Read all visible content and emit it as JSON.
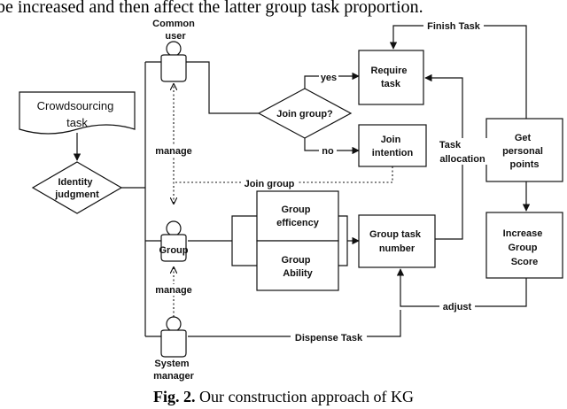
{
  "top_text": "be increased and then affect the latter group task proportion.",
  "nodes": {
    "crowdsourcing_task": [
      "Crowdsourcing",
      "task"
    ],
    "identity_judgment": [
      "Identity",
      "judgment"
    ],
    "common_user": [
      "Common",
      "user"
    ],
    "group": "Group",
    "system_manager": [
      "System",
      "manager"
    ],
    "join_group_decision": "Join group?",
    "require_task": [
      "Require",
      "task"
    ],
    "join_intention": [
      "Join",
      "intention"
    ],
    "group_efficiency": [
      "Group",
      "efficency"
    ],
    "group_ability": [
      "Group",
      "Ability"
    ],
    "group_task_number": [
      "Group task",
      "number"
    ],
    "get_personal_points": [
      "Get",
      "personal",
      "points"
    ],
    "increase_group_score": [
      "Increase",
      "Group",
      "Score"
    ]
  },
  "edges": {
    "yes": "yes",
    "no": "no",
    "finish_task": "Finish Task",
    "task_allocation": [
      "Task",
      "allocation"
    ],
    "manage_top": "manage",
    "manage_bottom": "manage",
    "join_group": "Join group",
    "adjust": "adjust",
    "dispense_task": "Dispense Task"
  },
  "caption": {
    "label": "Fig. 2.",
    "text": " Our construction approach of KG"
  }
}
